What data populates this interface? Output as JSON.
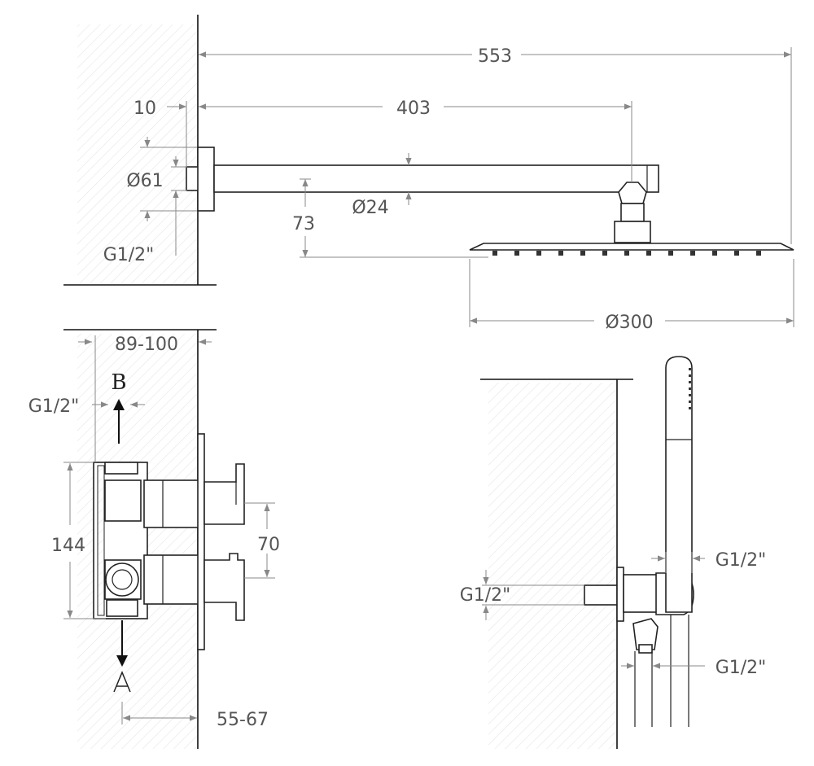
{
  "dimensions": {
    "overall_length": "553",
    "arm_length": "403",
    "wall_offset": "10",
    "flange_diameter": "Ø61",
    "arm_diameter": "Ø24",
    "head_drop": "73",
    "arm_thread": "G1/2\"",
    "head_diameter": "Ø300",
    "valve_depth": "89-100",
    "outlet_thread": "G1/2\"",
    "valve_height": "144",
    "handle_spacing": "70",
    "trim_depth": "55-67",
    "elbow_thread": "G1/2\"",
    "hose_thread_top": "G1/2\"",
    "hose_thread_bottom": "G1/2\""
  },
  "labels": {
    "outlet_port": "B",
    "inlet_port": "A"
  }
}
